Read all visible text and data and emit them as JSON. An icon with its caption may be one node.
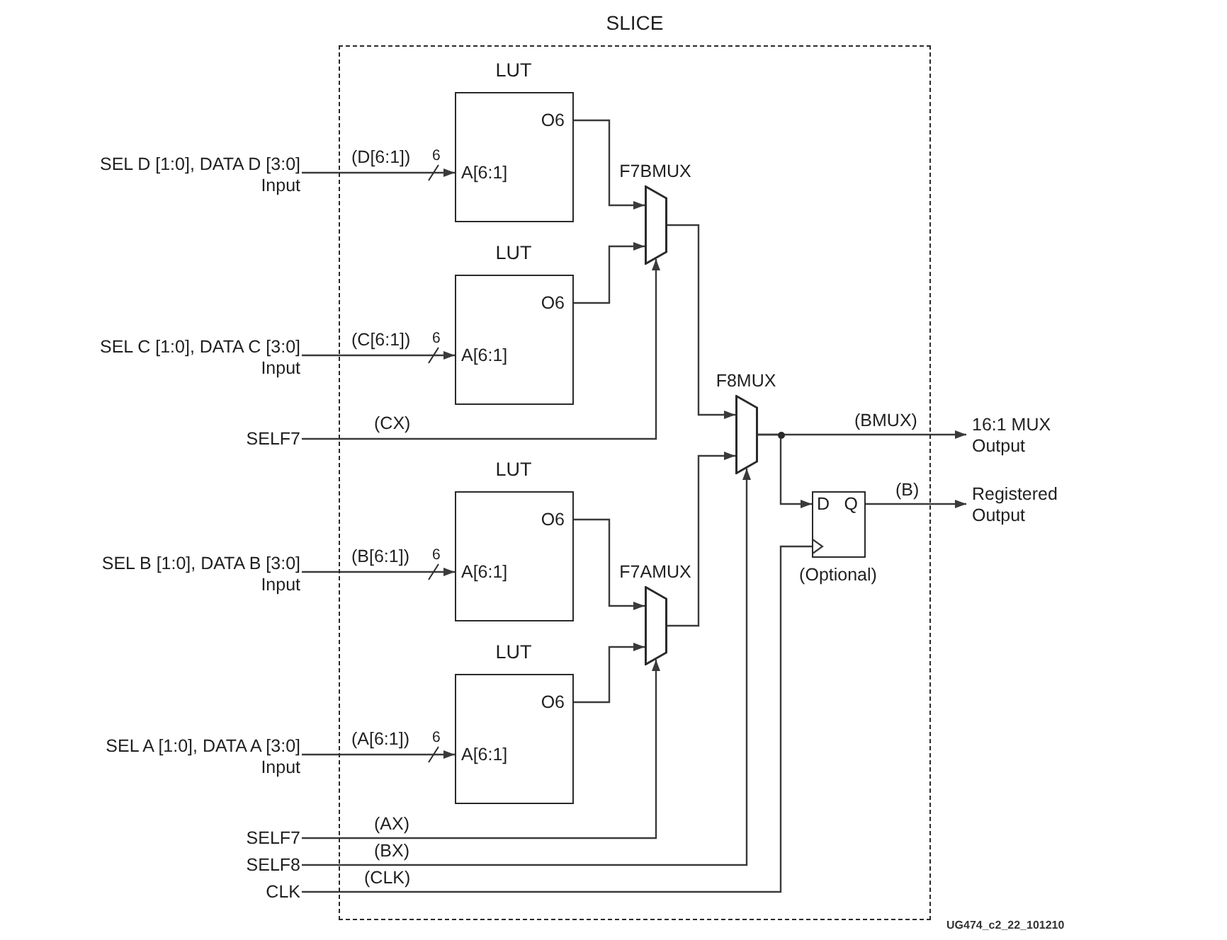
{
  "diagram": {
    "nodes": [
      {
        "text": [
          "SLICE"
        ]
      },
      {
        "text": [
          "SEL D [1:0], DATA D [3:0] Input"
        ]
      },
      {
        "text": [
          "LUT",
          "O6",
          "A[6:1]"
        ],
        "in": 0
      },
      {
        "text": [
          "F7BMUX"
        ],
        "in": 0
      },
      {
        "text": [
          "SEL C [1:0], DATA C [3:0] Input"
        ]
      },
      {
        "text": [
          "LUT",
          "O6",
          "A[6:1]"
        ],
        "in": 0
      },
      {
        "text": [
          "SELF7"
        ]
      },
      {
        "text": [
          "F8MUX"
        ],
        "in": 0
      },
      {
        "text": [
          "16:1 MUX Output"
        ]
      },
      {
        "text": [
          "D",
          "Q"
        ],
        "beside": [
          "(Optional)"
        ],
        "in": 0
      },
      {
        "text": [
          "Registered Output"
        ]
      },
      {
        "text": [
          "SEL B [1:0], DATA B [3:0] Input"
        ]
      },
      {
        "text": [
          "LUT",
          "O6",
          "A[6:1]"
        ],
        "in": 0
      },
      {
        "text": [
          "F7AMUX"
        ],
        "in": 0
      },
      {
        "text": [
          "SEL A [1:0], DATA A [3:0] Input"
        ]
      },
      {
        "text": [
          "LUT",
          "O6",
          "A[6:1]"
        ],
        "in": 0
      },
      {
        "text": [
          "SELF7"
        ]
      },
      {
        "text": [
          "SELF8"
        ]
      },
      {
        "text": [
          "CLK"
        ]
      }
    ],
    "edges": [
      {
        "from": 1,
        "to": 2,
        "arrow": "to",
        "label": "(D[6:1])"
      },
      {
        "from": 2,
        "to": 3,
        "arrow": "to"
      },
      {
        "from": 4,
        "to": 5,
        "arrow": "to",
        "label": "(C[6:1])"
      },
      {
        "from": 5,
        "to": 3,
        "arrow": "to"
      },
      {
        "from": 6,
        "to": 3,
        "arrow": "to",
        "label": "(CX)"
      },
      {
        "from": 3,
        "to": 7,
        "arrow": "to"
      },
      {
        "from": 7,
        "to": 8,
        "arrow": "to",
        "label": "(BMUX)"
      },
      {
        "from": 7,
        "to": 9,
        "arrow": "to"
      },
      {
        "from": 9,
        "to": 10,
        "arrow": "to",
        "label": "(B)"
      },
      {
        "from": 11,
        "to": 12,
        "arrow": "to",
        "label": "(B[6:1])"
      },
      {
        "from": 12,
        "to": 13,
        "arrow": "to"
      },
      {
        "from": 14,
        "to": 15,
        "arrow": "to",
        "label": "(A[6:1])"
      },
      {
        "from": 15,
        "to": 13,
        "arrow": "to"
      },
      {
        "from": 13,
        "to": 7,
        "arrow": "to"
      },
      {
        "from": 16,
        "to": 13,
        "arrow": "to",
        "label": "(AX)"
      },
      {
        "from": 17,
        "to": 7,
        "arrow": "to",
        "label": "(BX)"
      },
      {
        "from": 18,
        "to": 9,
        "arrow": "to",
        "label": "(CLK)"
      }
    ],
    "labels": [
      "6",
      "6",
      "6",
      "6",
      "UG474_c2_22_101210"
    ]
  }
}
